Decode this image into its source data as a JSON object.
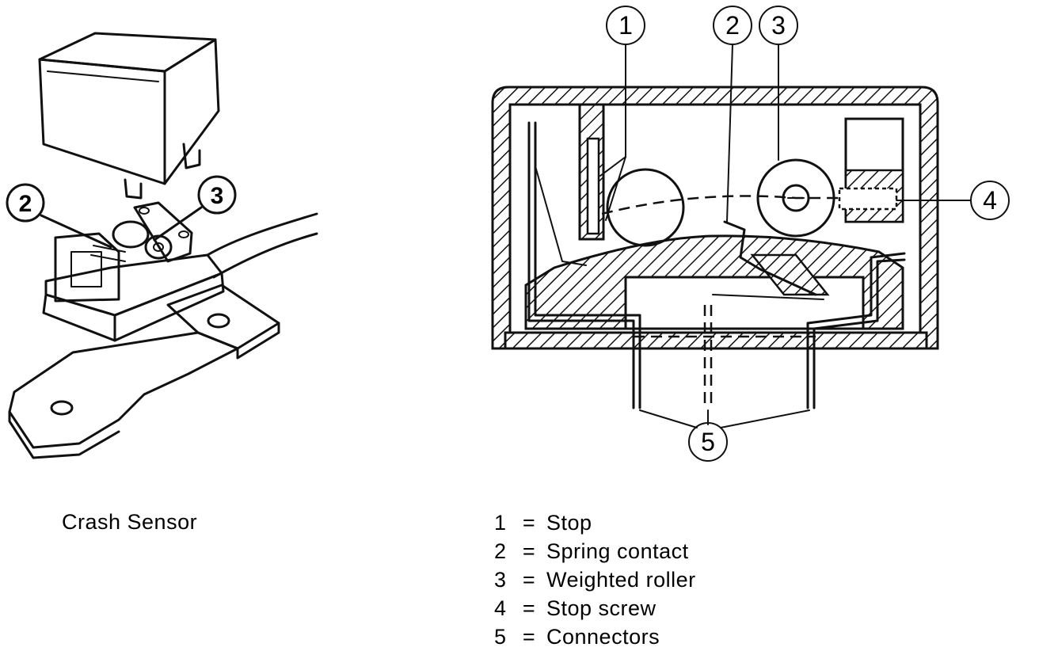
{
  "left_figure": {
    "caption": "Crash Sensor",
    "callouts": [
      {
        "label": "2"
      },
      {
        "label": "3"
      }
    ]
  },
  "right_figure": {
    "callouts": [
      {
        "label": "1"
      },
      {
        "label": "2"
      },
      {
        "label": "3"
      },
      {
        "label": "4"
      },
      {
        "label": "5"
      }
    ]
  },
  "legend": [
    {
      "num": "1",
      "eq": "=",
      "text": "Stop"
    },
    {
      "num": "2",
      "eq": "=",
      "text": "Spring contact"
    },
    {
      "num": "3",
      "eq": "=",
      "text": "Weighted roller"
    },
    {
      "num": "4",
      "eq": "=",
      "text": "Stop screw"
    },
    {
      "num": "5",
      "eq": "=",
      "text": "Connectors"
    }
  ]
}
